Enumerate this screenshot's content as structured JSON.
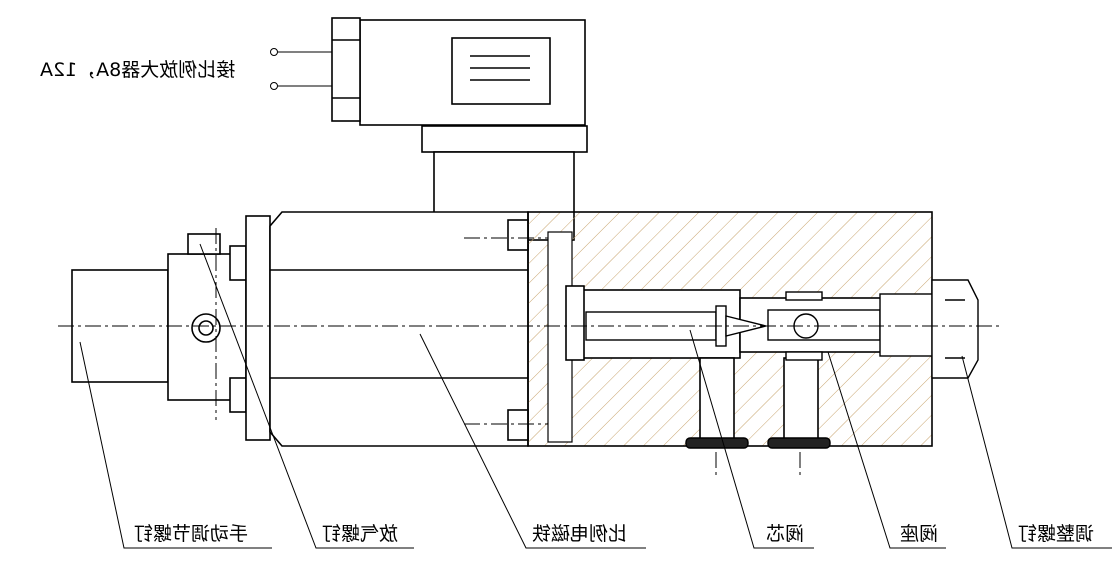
{
  "header_note": "接比例放大器8A，12A",
  "labels": {
    "manual_screw": "手动调节螺钉",
    "bleed_screw": "放气螺钉",
    "solenoid": "比例电磁铁",
    "valve_core": "阀芯",
    "valve_seat": "阀座",
    "adjust_screw": "调整螺钉"
  },
  "colors": {
    "line": "#000000",
    "hatch": "#c8a46e",
    "background": "#ffffff"
  }
}
